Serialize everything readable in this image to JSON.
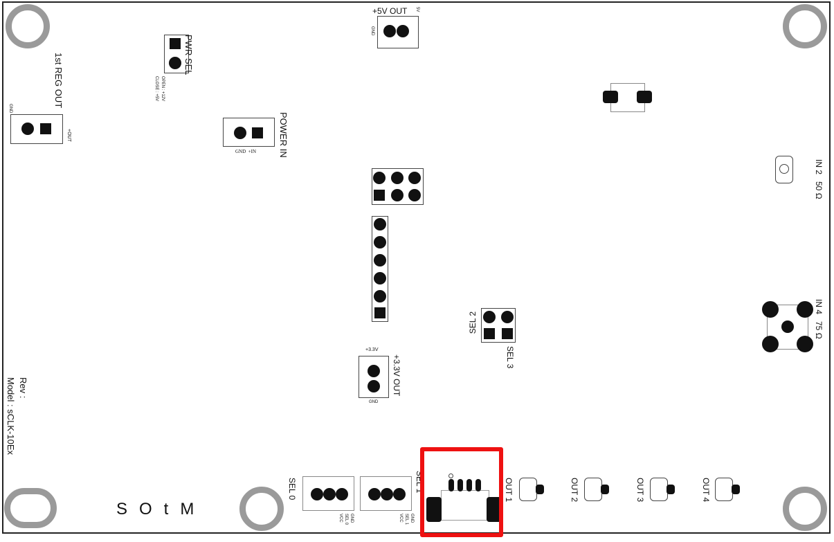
{
  "labels": {
    "pwr_sel": "PWR SEL",
    "pwr_open": "OPEN : +12V",
    "pwr_close": "CLOSE : +5V",
    "reg_out": "1st REG OUT",
    "reg_gnd": "GND",
    "reg_out_pin": "+OUT",
    "power_in": "POWER IN",
    "power_in_pins": "GND  +IN",
    "v5_out": "+5V OUT",
    "v5_gnd": "GND",
    "v5_pin": "5V",
    "in2": "IN 2   50 Ω",
    "in4": "IN 4   75 Ω",
    "sel2": "SEL 2",
    "sel3": "SEL 3",
    "v33_top": "+3.3V",
    "v33_out": "+3.3V OUT",
    "v33_gnd": "GND",
    "rev": "Rev :",
    "model": "Model : sCLK-10Ex",
    "brand": "SOtM",
    "sel0": "SEL 0",
    "sel0_pins": [
      "GND",
      "SEL 0",
      "VCC"
    ],
    "sel1": "SEL 1",
    "sel1_pins": [
      "GND",
      "SEL 1",
      "VCC"
    ],
    "out1": "OUT 1",
    "out2": "OUT 2",
    "out3": "OUT 3",
    "out4": "OUT 4"
  },
  "colors": {
    "highlight": "#ee1111",
    "silk": "#111111",
    "hole": "#9a9a9a"
  }
}
